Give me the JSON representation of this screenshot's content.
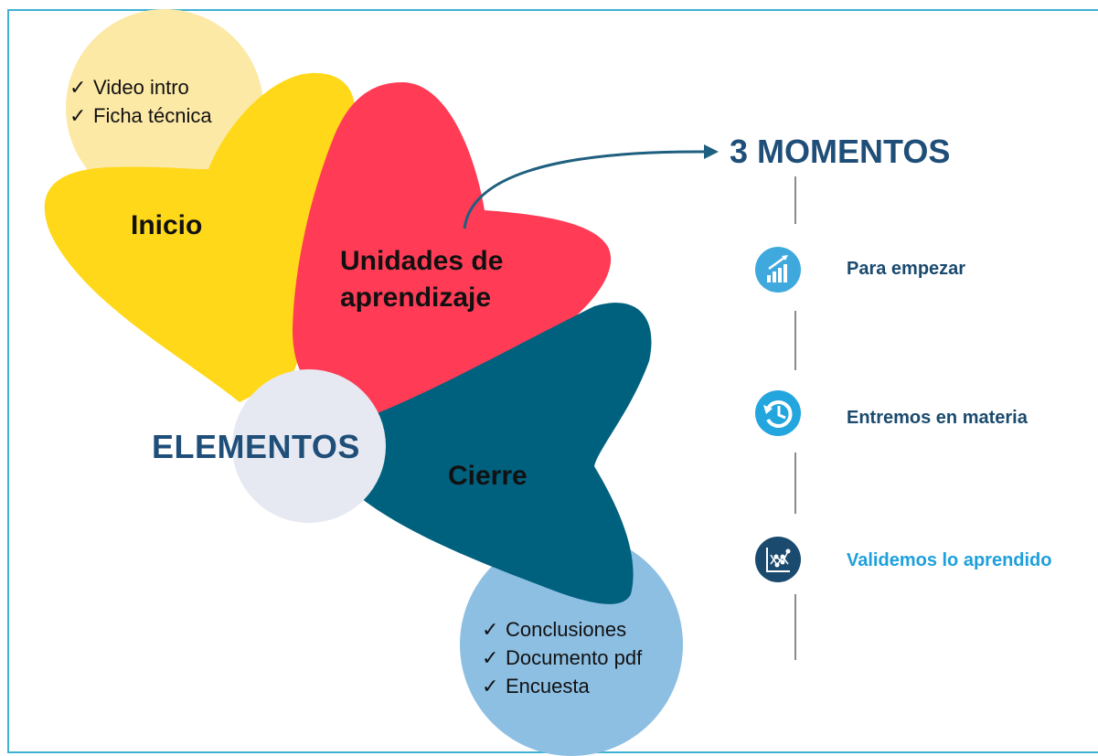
{
  "petals": {
    "inicio": {
      "label": "Inicio",
      "color": "#ffd81a"
    },
    "unidades": {
      "label_line1": "Unidades de",
      "label_line2": "aprendizaje",
      "color": "#ff3b55"
    },
    "cierre": {
      "label": "Cierre",
      "color": "#00617f"
    }
  },
  "circles": {
    "top": {
      "color": "#fde9a6",
      "items": [
        "Video intro",
        "Ficha técnica"
      ]
    },
    "bottom": {
      "color": "#8dbfe3",
      "items": [
        "Conclusiones",
        "Documento pdf",
        "Encuesta"
      ]
    },
    "center": {
      "color": "#e6e9f1",
      "label": "ELEMENTOS"
    }
  },
  "check_glyph": "✓",
  "moments": {
    "title": "3 MOMENTOS",
    "items": [
      {
        "label": "Para empezar",
        "icon": "growth-chart-icon",
        "icon_color": "#3fa9dd"
      },
      {
        "label": "Entremos en materia",
        "icon": "clock-history-icon",
        "icon_color": "#23a6de"
      },
      {
        "label": "Validemos lo aprendido",
        "icon": "scatter-chart-icon",
        "icon_color": "#1a4a6e"
      }
    ]
  },
  "colors": {
    "accent_dark": "#1f4e79",
    "line": "#8a8a8a",
    "arrow": "#1f5f7f",
    "frame": "#3fb2d3"
  }
}
